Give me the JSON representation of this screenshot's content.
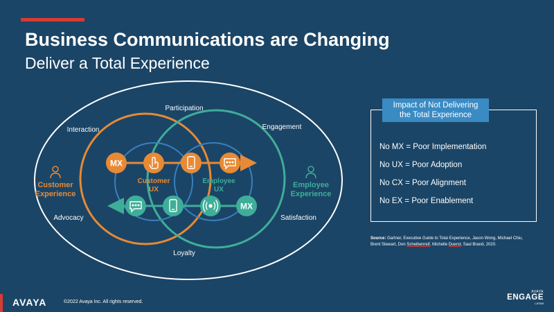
{
  "title": "Business Communications are Changing",
  "subtitle": "Deliver a Total Experience",
  "colors": {
    "background": "#1b4566",
    "accent_red": "#d83a34",
    "customer_orange": "#e88a35",
    "employee_green": "#3fae99",
    "ux_blue": "#3a7fbf",
    "header_blue": "#3a8bc4"
  },
  "diagram": {
    "outer_labels": {
      "participation": "Participation",
      "interaction": "Interaction",
      "engagement": "Engagement",
      "advocacy": "Advocacy",
      "satisfaction": "Satisfaction",
      "loyalty": "Loyalty"
    },
    "customer_experience": {
      "line1": "Customer",
      "line2": "Experience",
      "icon": "person-icon"
    },
    "employee_experience": {
      "line1": "Employee",
      "line2": "Experience",
      "icon": "person-icon"
    },
    "customer_ux": {
      "line1": "Customer",
      "line2": "UX"
    },
    "employee_ux": {
      "line1": "Employee",
      "line2": "UX"
    },
    "top_row": [
      {
        "kind": "text",
        "text": "MX"
      },
      {
        "kind": "icon",
        "icon": "touch-hand-icon"
      },
      {
        "kind": "icon",
        "icon": "mobile-phone-icon"
      },
      {
        "kind": "icon",
        "icon": "chat-bubble-icon"
      }
    ],
    "bottom_row": [
      {
        "kind": "icon",
        "icon": "chat-bubble-icon"
      },
      {
        "kind": "icon",
        "icon": "mobile-phone-icon"
      },
      {
        "kind": "icon",
        "icon": "broadcast-icon"
      },
      {
        "kind": "text",
        "text": "MX"
      }
    ]
  },
  "impact": {
    "header_line1": "Impact of Not Delivering",
    "header_line2": "the Total Experience",
    "items": [
      "No MX = Poor Implementation",
      "No UX = Poor Adoption",
      "No CX = Poor Alignment",
      "No EX = Poor Enablement"
    ]
  },
  "source": {
    "label": "Source:",
    "text_part1": " Gartner, Executive Guide to Total Experience, Jason Wong, Michael Chiu, Brent Stewart, Don ",
    "name_underlined1": "Scheibenreif",
    "text_part2": ", Michelle ",
    "name_underlined2": "Duerst",
    "text_part3": ", Saul Brand, 2020."
  },
  "footer": {
    "logo": "AVAYA",
    "copyright": "©2022 Avaya Inc. All rights reserved.",
    "engage_small": "AVAYA",
    "engage_main": "ENGAGE",
    "engage_sub": "LATAM"
  }
}
